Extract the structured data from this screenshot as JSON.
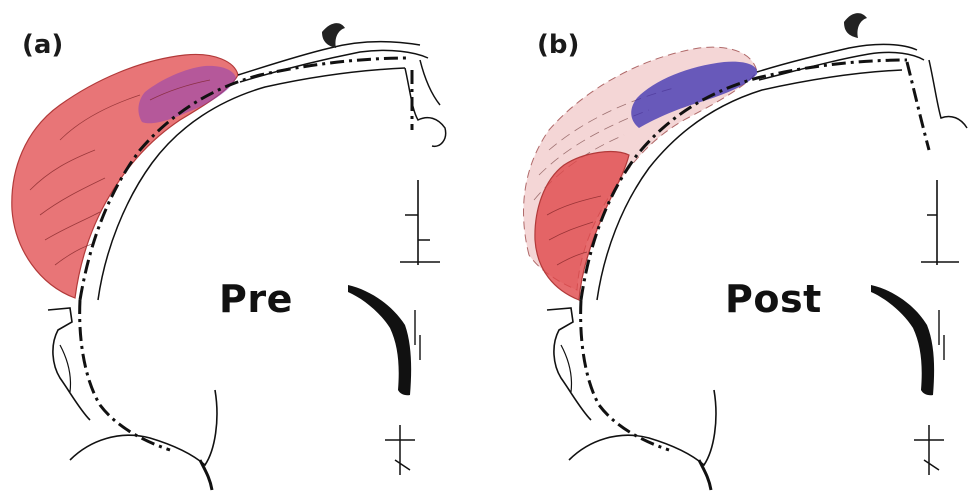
{
  "panels": [
    {
      "label": "(a)",
      "state": "Pre",
      "colors": {
        "tumor": "#e0474a",
        "motor": "#8a3fb8",
        "outline": "#111111"
      }
    },
    {
      "label": "(b)",
      "state": "Post",
      "colors": {
        "tumor": "#e0474a",
        "motor": "#3a2fb0",
        "resected": "#f2cfcf",
        "outline": "#111111"
      }
    }
  ]
}
